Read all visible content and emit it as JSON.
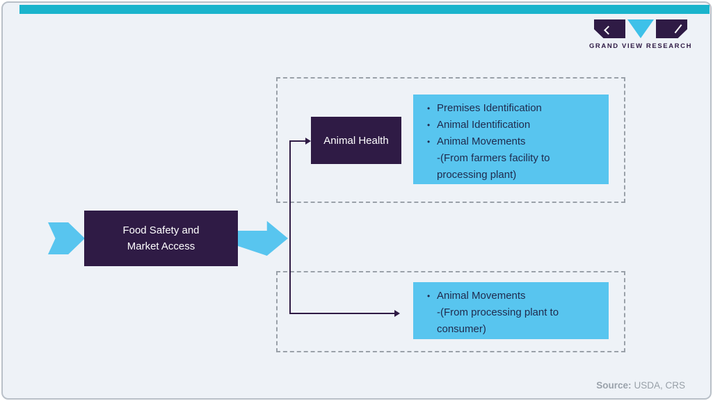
{
  "logo": {
    "brand": "GRAND VIEW RESEARCH"
  },
  "colors": {
    "top_bar": "#1ab4cc",
    "dark_purple": "#2f1b45",
    "sky_blue": "#58c5ef",
    "logo_cyan": "#3ec1e9",
    "panel_background": "#eef2f7",
    "dashed_border": "#9aa1a9",
    "box_text": "#1f2a4d",
    "source_text": "#98a0a8"
  },
  "diagram": {
    "root": {
      "line1": "Food Safety and",
      "line2": "Market Access"
    },
    "branch_top": {
      "node_label": "Animal Health",
      "bullets": [
        {
          "text": "Premises Identification",
          "sub": ""
        },
        {
          "text": "Animal Identification",
          "sub": ""
        },
        {
          "text": "Animal Movements",
          "sub": "-(From farmers facility to processing plant)"
        }
      ]
    },
    "branch_bottom": {
      "bullets": [
        {
          "text": "Animal Movements",
          "sub": "-(From processing plant to consumer)"
        }
      ]
    }
  },
  "source": {
    "label": "Source:",
    "value": "USDA, CRS"
  }
}
